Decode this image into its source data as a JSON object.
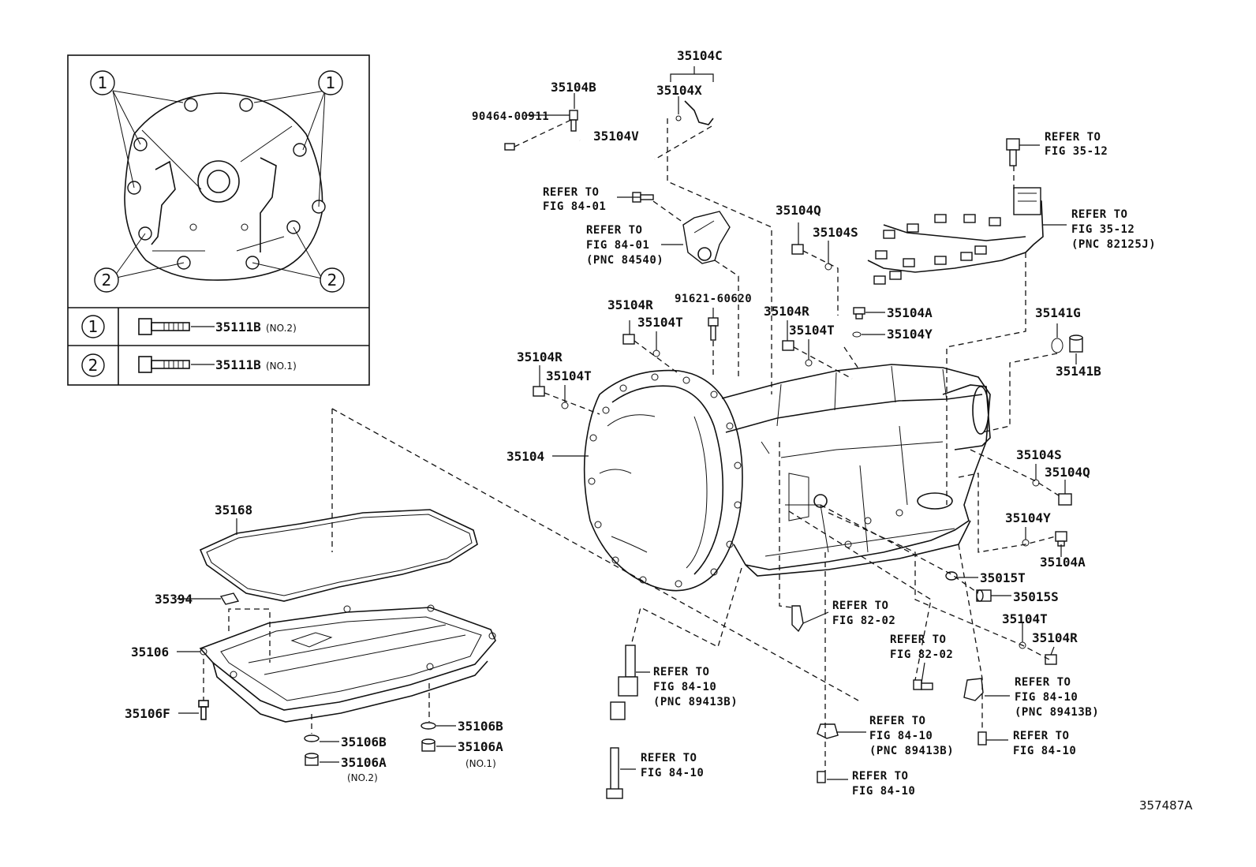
{
  "inset": {
    "callouts": [
      "1",
      "2"
    ],
    "legend": [
      {
        "mark": "1",
        "part": "35111B",
        "note": "(NO.2)"
      },
      {
        "mark": "2",
        "part": "35111B",
        "note": "(NO.1)"
      }
    ]
  },
  "labels": {
    "l35104C": "35104C",
    "l35104B": "35104B",
    "l35104X": "35104X",
    "l90464": "90464-00911",
    "l35104V": "35104V",
    "lRef35_12a_1": "REFER TO",
    "lRef35_12a_2": "FIG 35-12",
    "lRef84_01a_1": "REFER TO",
    "lRef84_01a_2": "FIG 84-01",
    "lRef84_01b_1": "REFER TO",
    "lRef84_01b_2": "FIG 84-01",
    "lRef84_01b_3": "(PNC 84540)",
    "l35104Q_top": "35104Q",
    "l35104S_top": "35104S",
    "lRef35_12b_1": "REFER TO",
    "lRef35_12b_2": "FIG 35-12",
    "lRef35_12b_3": "(PNC 82125J)",
    "l91621": "91621-60620",
    "l35104R_a": "35104R",
    "l35104T_a": "35104T",
    "l35104R_b": "35104R",
    "l35104T_b": "35104T",
    "l35104A_top": "35104A",
    "l35104Y_top": "35104Y",
    "l35141G": "35141G",
    "l35141B": "35141B",
    "l35104R_c": "35104R",
    "l35104T_c": "35104T",
    "l35104": "35104",
    "l35104S_r": "35104S",
    "l35104Q_r": "35104Q",
    "l35104Y_r": "35104Y",
    "l35104A_r": "35104A",
    "l35015T": "35015T",
    "l35015S": "35015S",
    "l35104T_r": "35104T",
    "l35104R_r": "35104R",
    "l35168": "35168",
    "l35394": "35394",
    "l35106": "35106",
    "l35106F": "35106F",
    "l35106B_l": "35106B",
    "l35106A_l": "35106A",
    "lNo2": "(NO.2)",
    "l35106B_r": "35106B",
    "l35106A_r": "35106A",
    "lNo1": "(NO.1)",
    "lRef82_02a_1": "REFER TO",
    "lRef82_02a_2": "FIG 82-02",
    "lRef82_02b_1": "REFER TO",
    "lRef82_02b_2": "FIG 82-02",
    "lRef84_10a_1": "REFER TO",
    "lRef84_10a_2": "FIG 84-10",
    "lRef84_10a_3": "(PNC 89413B)",
    "lRef84_10b_1": "REFER TO",
    "lRef84_10b_2": "FIG 84-10",
    "lRef84_10c_1": "REFER TO",
    "lRef84_10c_2": "FIG 84-10",
    "lRef84_10c_3": "(PNC 89413B)",
    "lRef84_10d_1": "REFER TO",
    "lRef84_10d_2": "FIG 84-10",
    "lRef84_10e_1": "REFER TO",
    "lRef84_10e_2": "FIG 84-10",
    "lRef84_10e_3": "(PNC 89413B)",
    "lRef84_10f_1": "REFER TO",
    "lRef84_10f_2": "FIG 84-10"
  },
  "figure_id": "357487A"
}
